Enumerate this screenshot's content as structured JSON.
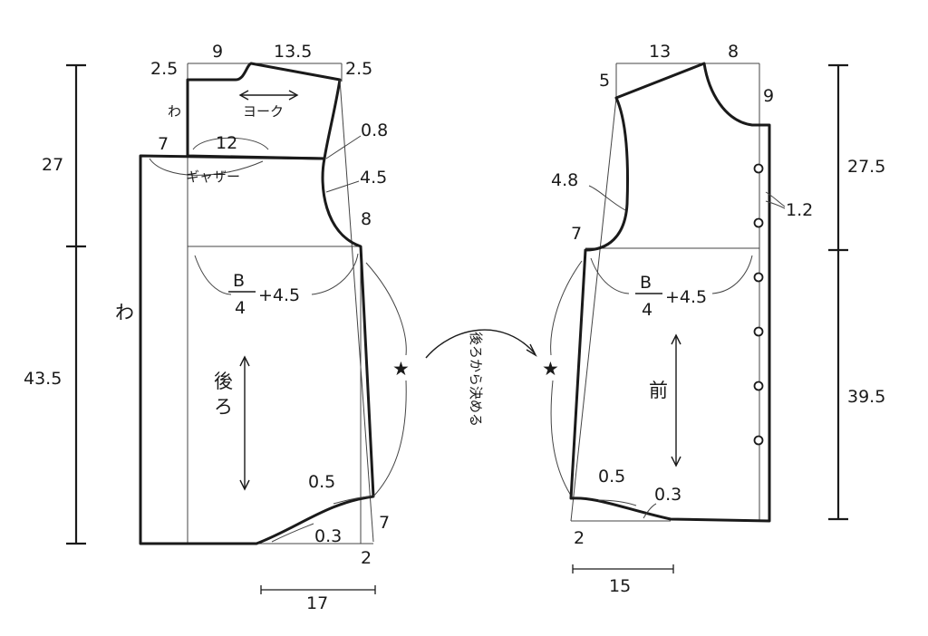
{
  "back": {
    "labels": {
      "yoke_top_left_w": "2.5",
      "yoke_top_a": "9",
      "yoke_top_b": "13.5",
      "yoke_shoulder_drop": "2.5",
      "yoke_fold": "わ",
      "yoke_grain": "ヨーク",
      "armhole_a": "0.8",
      "armhole_b": "4.5",
      "side_top": "8",
      "body_left": "7",
      "gather_width": "12",
      "gather": "ギャザー",
      "body_fold": "わ",
      "bust_num": "B",
      "bust_den": "4",
      "bust_add": "+4.5",
      "piece_name_1": "後",
      "piece_name_2": "ろ",
      "hem_a": "0.5",
      "hem_b": "0.3",
      "hem_side": "7",
      "hem_ext": "2",
      "hem_width": "17"
    },
    "dims": {
      "upper": "27",
      "lower": "43.5"
    }
  },
  "transfer": {
    "note": "後ろから決める"
  },
  "front": {
    "labels": {
      "neck_a": "13",
      "neck_b": "8",
      "shoulder_drop": "5",
      "neck_depth": "9",
      "armhole": "4.8",
      "side_top": "7",
      "bust_num": "B",
      "bust_den": "4",
      "bust_add": "+4.5",
      "piece_name": "前",
      "hem_a": "0.5",
      "hem_b": "0.3",
      "hem_ext": "2",
      "hem_width": "15",
      "button_offset": "1.2"
    },
    "dims": {
      "upper": "27.5",
      "lower": "39.5"
    },
    "button_count": 6
  },
  "star": "★"
}
